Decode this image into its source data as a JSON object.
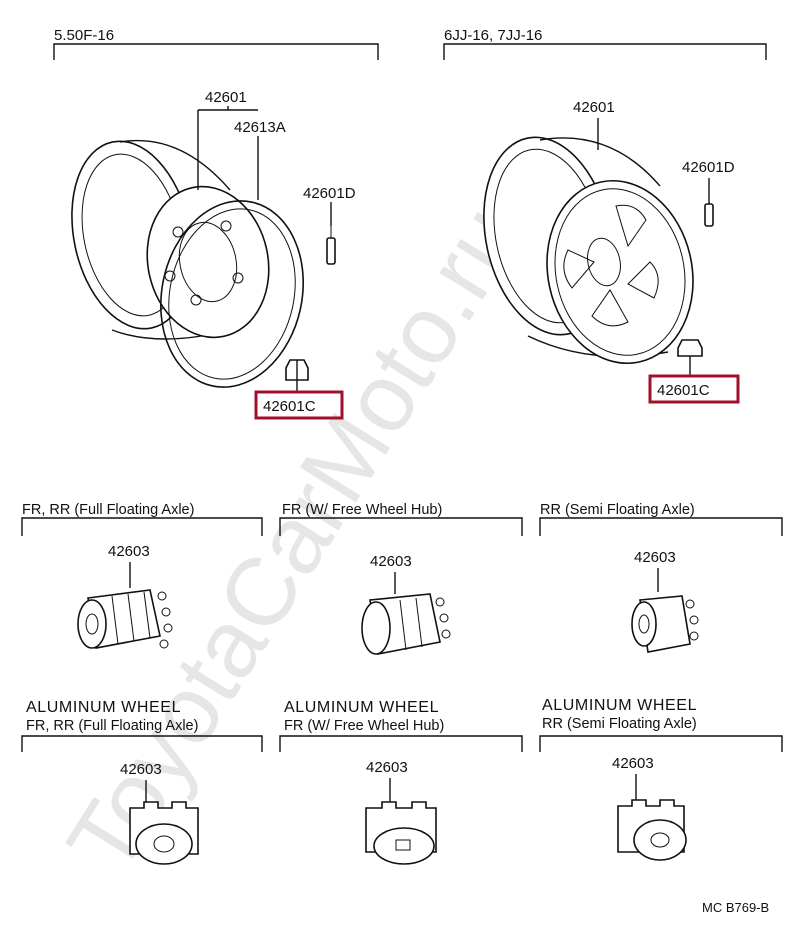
{
  "colors": {
    "highlight": "#a0102a",
    "ink": "#111111",
    "watermark": "#e6e6e6"
  },
  "watermark": "ToyotaCarMoto.ru",
  "top_sections": [
    {
      "heading": "5.50F-16",
      "labels": {
        "wheel": "42601",
        "ring": "42613A",
        "valve": "42601D",
        "nut": "42601C"
      }
    },
    {
      "heading": "6JJ-16, 7JJ-16",
      "labels": {
        "wheel": "42601",
        "valve": "42601D",
        "nut": "42601C"
      }
    }
  ],
  "cap_sections": [
    {
      "heading": "FR, RR (Full Floating Axle)",
      "part": "42603"
    },
    {
      "heading": "FR (W/ Free Wheel Hub)",
      "part": "42603"
    },
    {
      "heading": "RR (Semi Floating Axle)",
      "part": "42603"
    }
  ],
  "aluminum_sections": [
    {
      "title": "ALUMINUM WHEEL",
      "heading": "FR, RR (Full Floating Axle)",
      "part": "42603"
    },
    {
      "title": "ALUMINUM WHEEL",
      "heading": "FR (W/ Free Wheel Hub)",
      "part": "42603"
    },
    {
      "title": "ALUMINUM WHEEL",
      "heading": "RR (Semi Floating Axle)",
      "part": "42603"
    }
  ],
  "footer_code": "MC  B769-B"
}
